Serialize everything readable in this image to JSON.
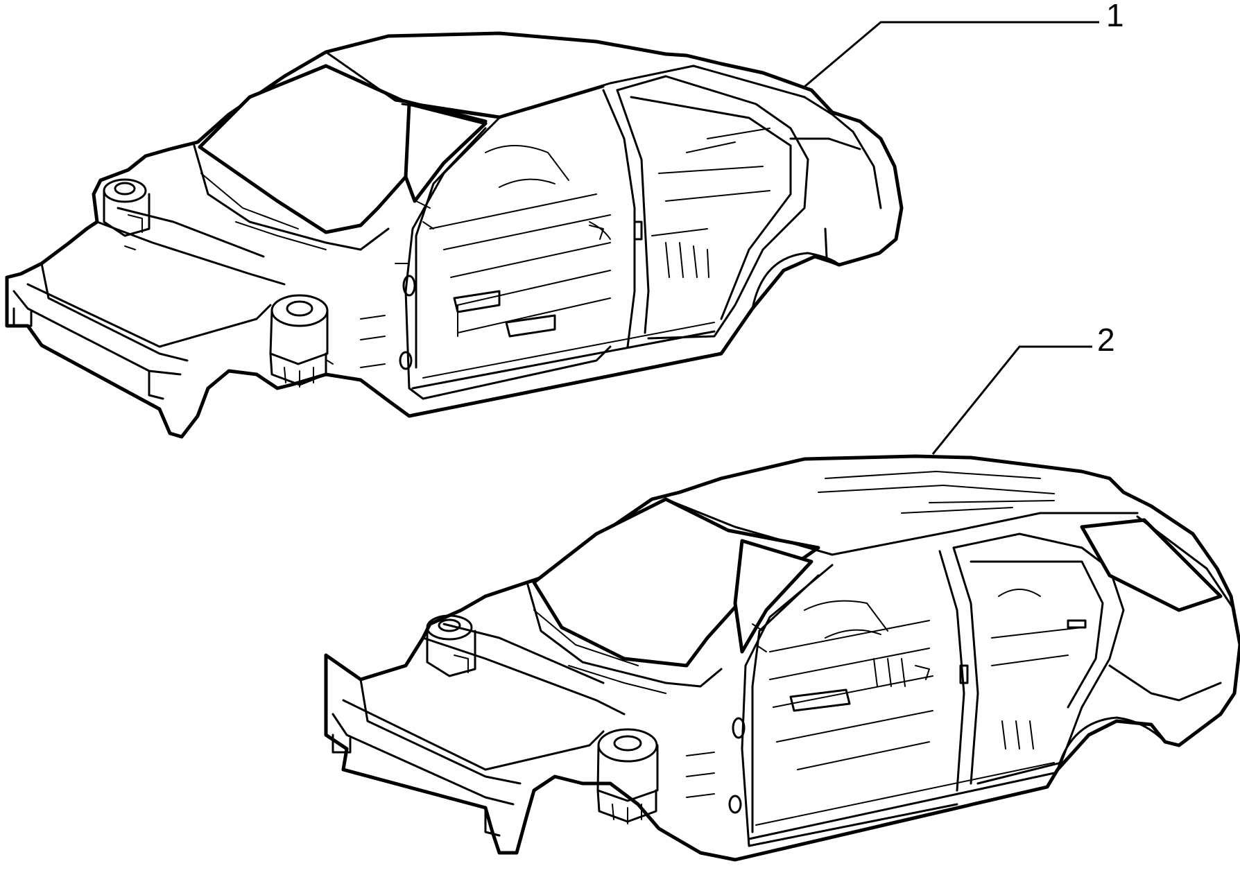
{
  "diagram": {
    "background": "#ffffff",
    "line_color": "#000000",
    "parts": [
      {
        "id": "1",
        "label": "1"
      },
      {
        "id": "2",
        "label": "2"
      }
    ]
  }
}
